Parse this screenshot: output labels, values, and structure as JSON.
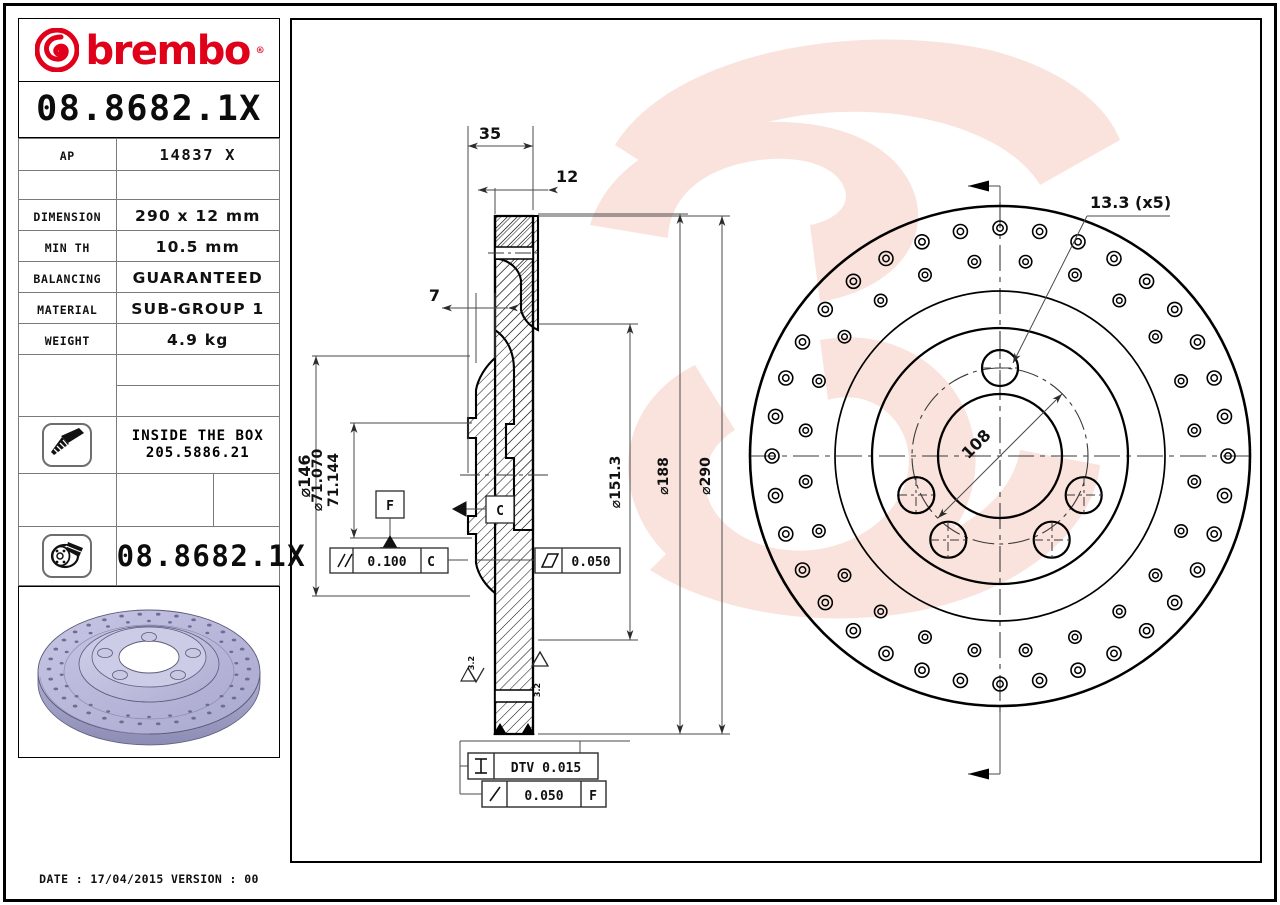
{
  "sheet": {
    "brand": "brembo",
    "brand_reg": "®",
    "part_code": "08.8682.1X",
    "date_line": "DATE : 17/04/2015 VERSION : 00",
    "brand_color": "#e1001a"
  },
  "spec_table": {
    "ap_label": "AP",
    "ap_value": "14837 X",
    "rows": [
      {
        "label": "DIMENSION",
        "value": "290 x 12 mm"
      },
      {
        "label": "MIN TH",
        "value": "10.5 mm"
      },
      {
        "label": "BALANCING",
        "value": "GUARANTEED"
      },
      {
        "label": "MATERIAL",
        "value": "SUB-GROUP 1"
      },
      {
        "label": "WEIGHT",
        "value": "4.9 kg"
      }
    ],
    "inside_box": {
      "icon": "screw-icon",
      "line1": "INSIDE THE BOX",
      "line2": "205.5886.21"
    },
    "disc_row": {
      "icon": "brake-disc-icon",
      "code": "08.8682.1X"
    },
    "render_icon": "brake-disc-3d-render"
  },
  "drawing": {
    "section_view": {
      "title": "cross-section",
      "linear_dims": [
        {
          "name": "overall-hat-width",
          "value": "35"
        },
        {
          "name": "hat-flange-width",
          "value": "12"
        },
        {
          "name": "offset-dim",
          "value": "7"
        }
      ],
      "diameter_dims": [
        {
          "name": "hub-face-diameter",
          "value": "⌀146"
        },
        {
          "name": "center-bore-upper",
          "value": "71.144"
        },
        {
          "name": "center-bore-lower",
          "value": "⌀71.070"
        },
        {
          "name": "inner-braking-dia",
          "value": "⌀151.3"
        },
        {
          "name": "mid-dia",
          "value": "⌀188"
        },
        {
          "name": "outer-disc-dia",
          "value": "⌀290"
        }
      ],
      "datums": [
        {
          "name": "datum-f",
          "label": "F"
        },
        {
          "name": "datum-c",
          "label": "C"
        }
      ],
      "tolerance_frames": [
        {
          "name": "parallelism-frame",
          "symbol": "//",
          "value": "0.100",
          "datum": "C"
        },
        {
          "name": "flatness-frame",
          "symbol": "▱",
          "value": "0.050",
          "datum": ""
        },
        {
          "name": "dtv-frame",
          "symbol": "I",
          "value": "DTV 0.015",
          "datum": ""
        },
        {
          "name": "runout-frame",
          "symbol": "/",
          "value": "0.050",
          "datum": "F"
        }
      ],
      "surface_finish": [
        {
          "name": "surface-finish-left",
          "value": "3.2"
        },
        {
          "name": "surface-finish-right",
          "value": "3.2"
        }
      ]
    },
    "face_view": {
      "title": "disc face view",
      "bolt_hole_note": "13.3 (x5)",
      "pcd_label": "108",
      "bolt_hole_count": 5,
      "drilled_hole_rings": [
        36,
        24
      ]
    }
  }
}
